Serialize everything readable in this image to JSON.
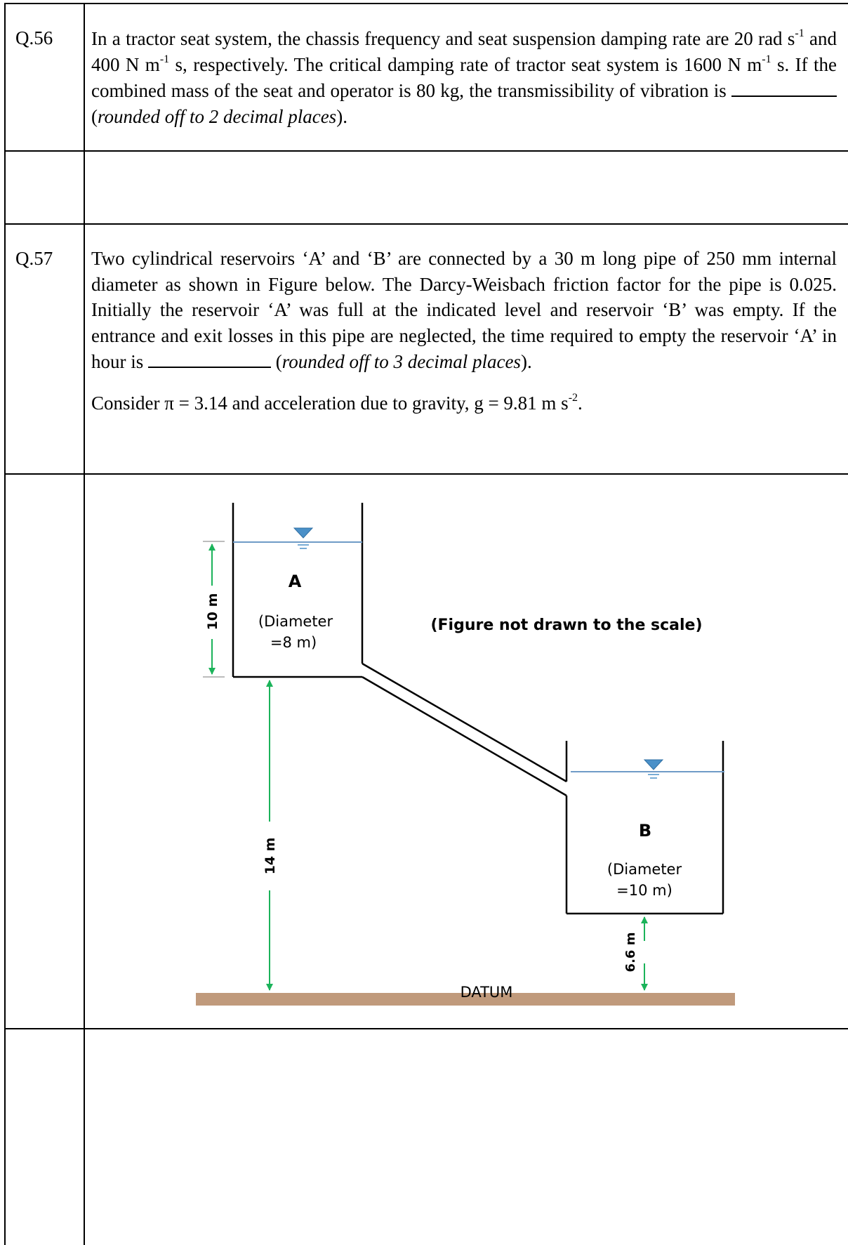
{
  "q56": {
    "number": "Q.56",
    "t1": "In a tractor seat system, the chassis frequency and seat suspension damping rate are 20 rad s",
    "sup1": "-1",
    "t2": " and 400 N m",
    "sup2": "-1",
    "t3": " s, respectively. The critical damping rate of tractor seat system is 1600 N m",
    "sup3": "-1",
    "t4": " s. If the combined mass of the seat and operator is 80 kg, the transmissibility of vibration is ",
    "t5": " (",
    "rounding": "rounded off to 2 decimal places",
    "t6": ")."
  },
  "q57": {
    "number": "Q.57",
    "t1": "Two cylindrical reservoirs ‘A’ and ‘B’ are connected by a 30 m long pipe of 250 mm internal diameter as shown in Figure below. The Darcy-Weisbach friction factor for the pipe is 0.025. Initially the reservoir ‘A’ was full at the indicated level and reservoir ‘B’ was empty. If the entrance and exit losses in this pipe are neglected, the time required to empty the reservoir ‘A’ in hour is ",
    "t2": " (",
    "rounding": "rounded off to 3 decimal places",
    "t3": ").",
    "consider": "Consider π = 3.14 and acceleration due to gravity, g = 9.81 m s",
    "sup_g": "-2",
    "end": "."
  },
  "figure": {
    "label_a": "A",
    "diameter_a_1": "(Diameter",
    "diameter_a_2": "=8 m)",
    "note": "(Figure not drawn to the scale)",
    "label_b": "B",
    "diameter_b_1": "(Diameter",
    "diameter_b_2": "=10 m)",
    "dim_10": "10 m",
    "dim_14": "14 m",
    "dim_66": "6.6 m",
    "datum": "DATUM"
  },
  "colors": {
    "water_line": "#6f9bc7",
    "water_symbol": "#4a90c8",
    "dim_arrow_green": "#1bb35a",
    "ground": "#c09a7c"
  }
}
